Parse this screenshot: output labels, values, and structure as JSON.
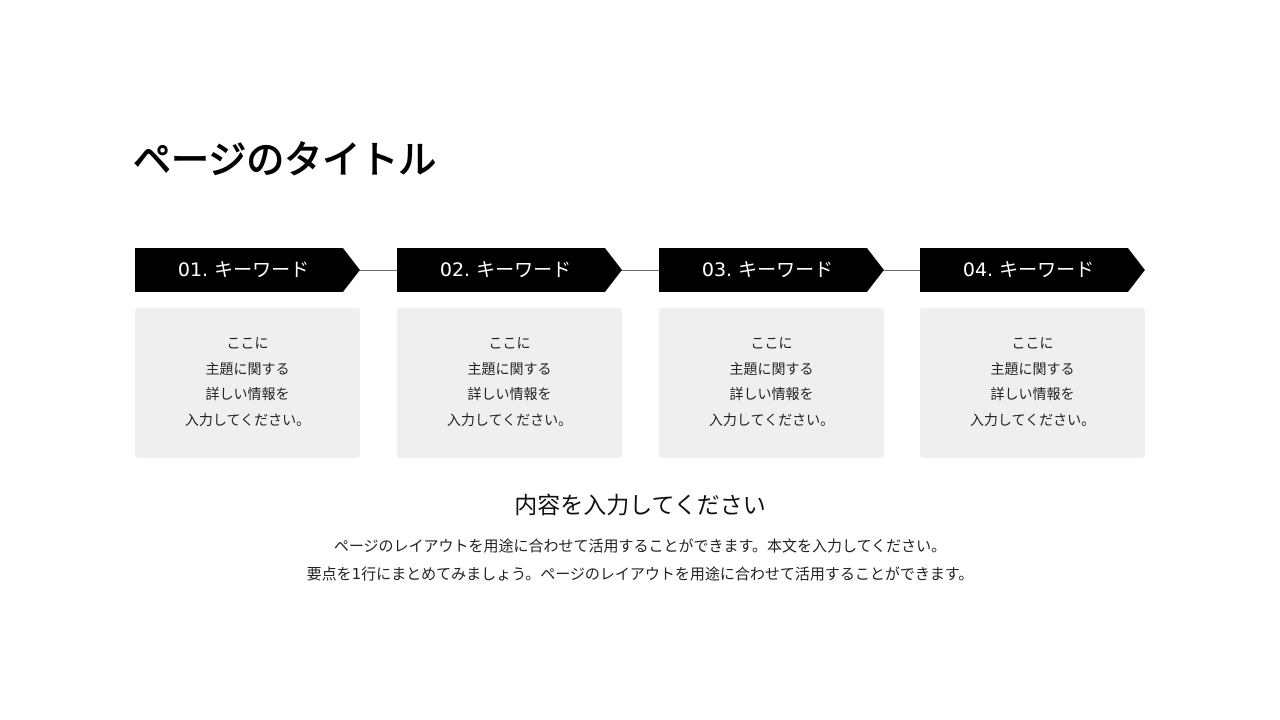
{
  "page": {
    "title": "ページのタイトル"
  },
  "colors": {
    "step_head_bg": "#000000",
    "step_head_text": "#ffffff",
    "card_bg": "#efefef",
    "connector": "#6b6b6b"
  },
  "steps": [
    {
      "label": "01. キーワード",
      "lines": [
        "ここに",
        "主題に関する",
        "詳しい情報を",
        "入力してください。"
      ]
    },
    {
      "label": "02. キーワード",
      "lines": [
        "ここに",
        "主題に関する",
        "詳しい情報を",
        "入力してください。"
      ]
    },
    {
      "label": "03. キーワード",
      "lines": [
        "ここに",
        "主題に関する",
        "詳しい情報を",
        "入力してください。"
      ]
    },
    {
      "label": "04. キーワード",
      "lines": [
        "ここに",
        "主題に関する",
        "詳しい情報を",
        "入力してください。"
      ]
    }
  ],
  "summary": {
    "heading": "内容を入力してください",
    "lines": [
      "ページのレイアウトを用途に合わせて活用することができます。本文を入力してください。",
      "要点を1行にまとめてみましょう。ページのレイアウトを用途に合わせて活用することができます。"
    ]
  }
}
